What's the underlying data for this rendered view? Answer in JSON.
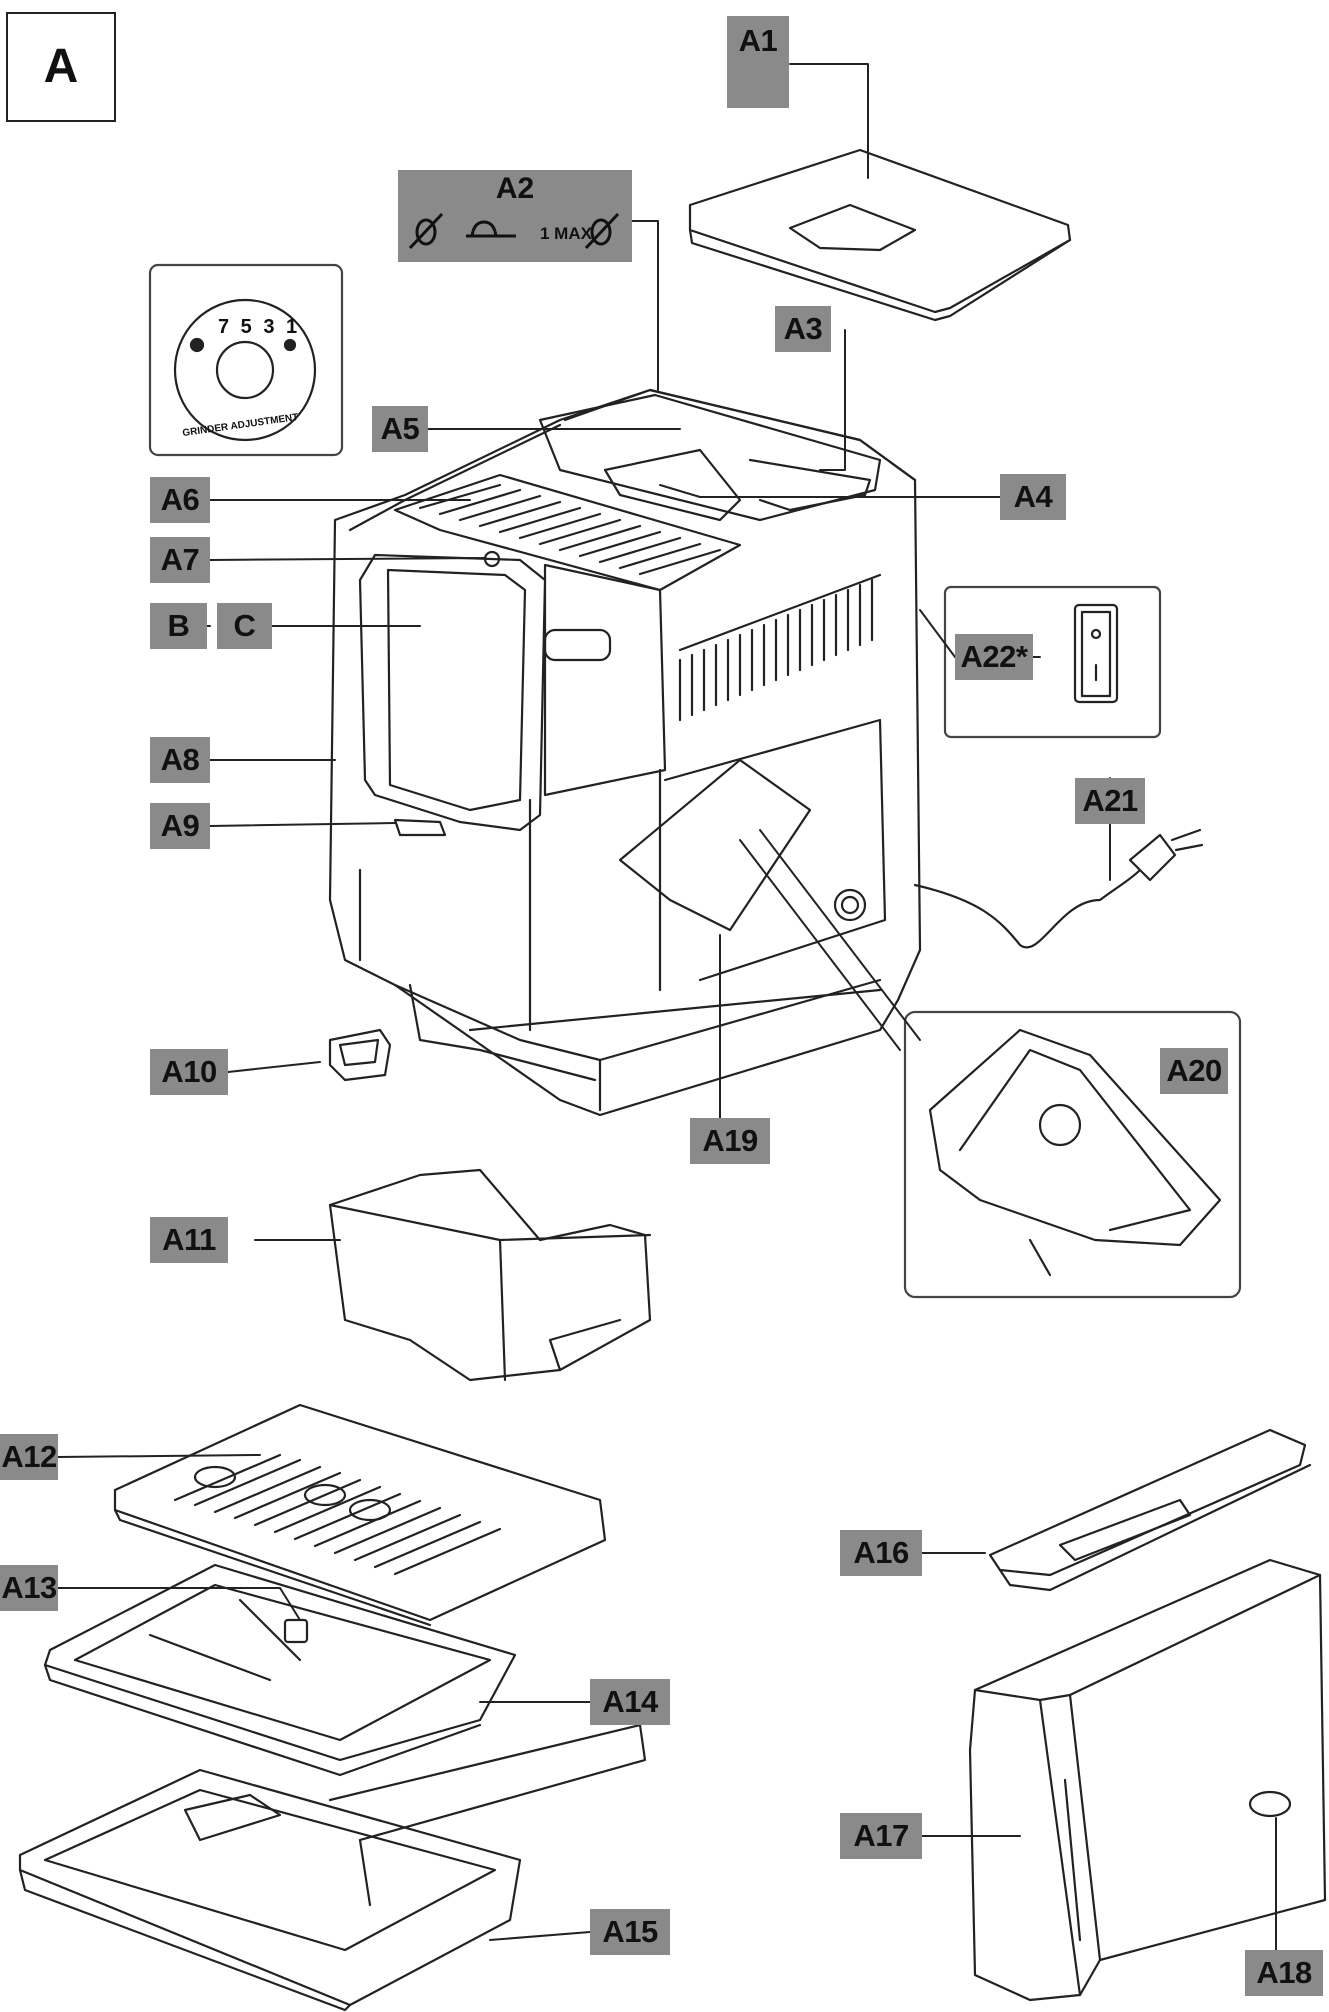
{
  "figure_label": "A",
  "a2": {
    "label": "A2",
    "max_text": "1 MAX",
    "icons": [
      "no-beans-icon",
      "measuring-scoop-icon",
      "no-beans-icon"
    ]
  },
  "a1_icon": "coffee-beans-icon",
  "grinder": {
    "numbers": "7 5 3 1",
    "text": "GRINDER ADJUSTMENT"
  },
  "labels": {
    "A1": "A1",
    "A3": "A3",
    "A4": "A4",
    "A5": "A5",
    "A6": "A6",
    "A7": "A7",
    "B": "B",
    "C": "C",
    "A8": "A8",
    "A9": "A9",
    "A10": "A10",
    "A11": "A11",
    "A12": "A12",
    "A13": "A13",
    "A14": "A14",
    "A15": "A15",
    "A16": "A16",
    "A17": "A17",
    "A18": "A18",
    "A19": "A19",
    "A20": "A20",
    "A21": "A21",
    "A22": "A22*"
  },
  "colors": {
    "label_bg": "#8a8a8a",
    "line": "#222222"
  }
}
